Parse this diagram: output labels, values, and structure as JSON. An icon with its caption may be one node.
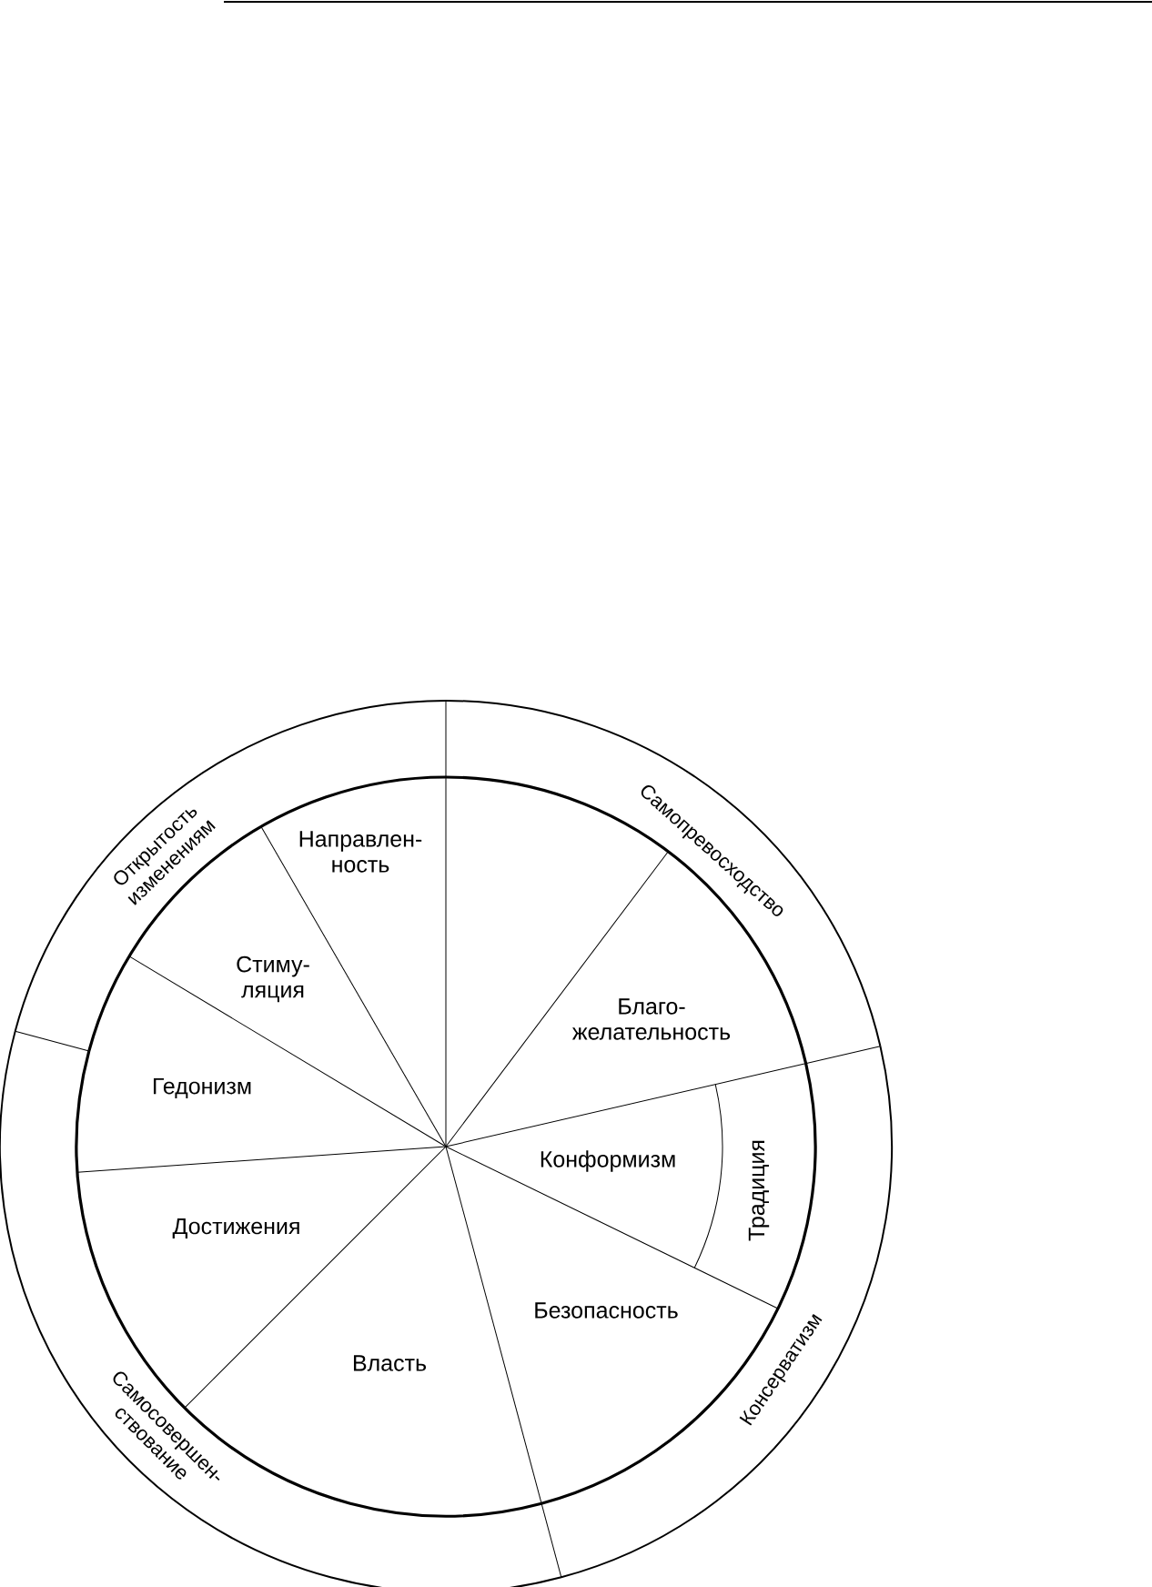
{
  "diagram": {
    "nodes": [
      {
        "text": [
          "Открытость изменениям"
        ]
      },
      {
        "text": [
          "Самопревосходство"
        ]
      },
      {
        "text": [
          "Консерватизм"
        ]
      },
      {
        "text": [
          "Самосовершен- ствование"
        ]
      },
      {
        "text": [
          "Направлен- ность"
        ]
      },
      {
        "text": [
          "Стиму- ляция"
        ]
      },
      {
        "text": [
          "Благо- желательность"
        ]
      },
      {
        "text": [
          "Гедонизм"
        ]
      },
      {
        "text": [
          "Конформизм"
        ]
      },
      {
        "text": [
          "Традиция"
        ]
      },
      {
        "text": [
          "Достижения"
        ]
      },
      {
        "text": [
          "Безопасность"
        ]
      },
      {
        "text": [
          "Власть"
        ]
      }
    ]
  }
}
